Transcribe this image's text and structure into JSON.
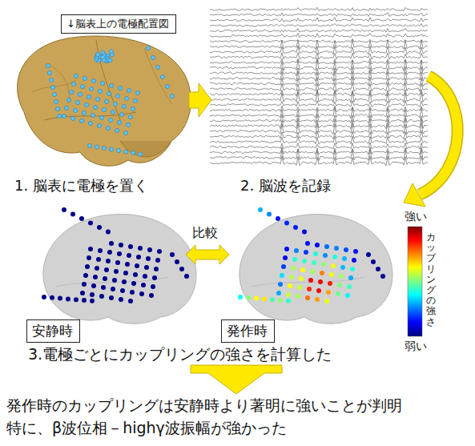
{
  "diagram": {
    "nodes": [
      {
        "text": [
          "↓脳表上の電極配置図"
        ]
      },
      {
        "text": [
          "安静時"
        ]
      },
      {
        "text": [
          "発作時"
        ]
      }
    ],
    "labels": [
      "1.  脳表に電極を置く",
      "2.  脳波を記録",
      "比較",
      "強い",
      "カップリングの強さ",
      "弱い",
      "3.電極ごとにカップリングの強さを計算した",
      "発作時のカップリングは安静時より著明に強いことが判明",
      "特に、β波位相－highγ波振幅が強かった"
    ]
  }
}
